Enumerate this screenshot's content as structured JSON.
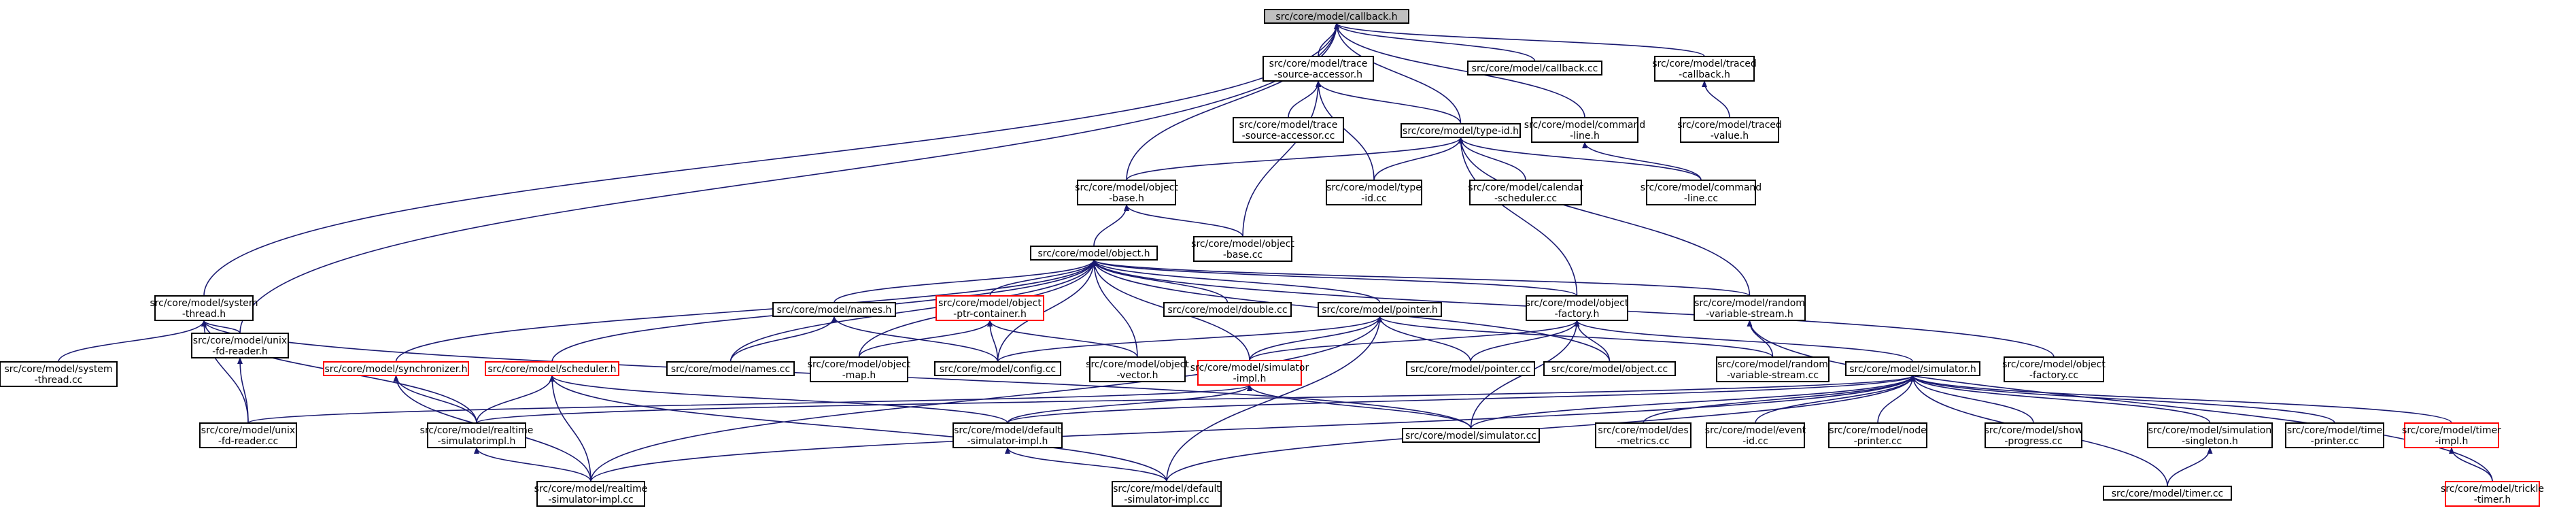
{
  "colors": {
    "edge": "#191970",
    "box_border": "#000000",
    "red_border": "#ff0000",
    "root_fill": "#bfbfbf",
    "fill": "#ffffff"
  },
  "nodes": [
    {
      "id": "callback_h",
      "lines": [
        "src/core/model/callback.h"
      ],
      "style": "root"
    },
    {
      "id": "system_thread_h",
      "lines": [
        "src/core/model/system",
        "-thread.h"
      ]
    },
    {
      "id": "unix_fd_reader_h",
      "lines": [
        "src/core/model/unix",
        "-fd-reader.h"
      ]
    },
    {
      "id": "object_base_h",
      "lines": [
        "src/core/model/object",
        "-base.h"
      ]
    },
    {
      "id": "trace_source_accessor_h",
      "lines": [
        "src/core/model/trace",
        "-source-accessor.h"
      ]
    },
    {
      "id": "type_id_h",
      "lines": [
        "src/core/model/type-id.h"
      ]
    },
    {
      "id": "callback_cc",
      "lines": [
        "src/core/model/callback.cc"
      ]
    },
    {
      "id": "command_line_h",
      "lines": [
        "src/core/model/command",
        "-line.h"
      ]
    },
    {
      "id": "traced_callback_h",
      "lines": [
        "src/core/model/traced",
        "-callback.h"
      ]
    },
    {
      "id": "random_variable_stream_h",
      "lines": [
        "src/core/model/random",
        "-variable-stream.h"
      ]
    },
    {
      "id": "trickle_timer_h",
      "lines": [
        "src/core/model/trickle",
        "-timer.h"
      ],
      "style": "red"
    },
    {
      "id": "system_thread_cc",
      "lines": [
        "src/core/model/system",
        "-thread.cc"
      ]
    },
    {
      "id": "unix_fd_reader_cc",
      "lines": [
        "src/core/model/unix",
        "-fd-reader.cc"
      ]
    },
    {
      "id": "realtime_simulator_impl_h",
      "lines": [
        "src/core/model/realtime",
        "-simulatorimpl.h"
      ]
    },
    {
      "id": "simulator_cc",
      "lines": [
        "src/core/model/simulator.cc"
      ]
    },
    {
      "id": "realtime_simulator_impl_cc",
      "lines": [
        "src/core/model/realtime",
        "-simulator-impl.cc"
      ]
    },
    {
      "id": "object_h",
      "lines": [
        "src/core/model/object.h"
      ]
    },
    {
      "id": "object_base_cc",
      "lines": [
        "src/core/model/object",
        "-base.cc"
      ]
    },
    {
      "id": "trace_source_accessor_cc",
      "lines": [
        "src/core/model/trace",
        "-source-accessor.cc"
      ]
    },
    {
      "id": "type_id_cc",
      "lines": [
        "src/core/model/type",
        "-id.cc"
      ]
    },
    {
      "id": "calendar_scheduler_cc",
      "lines": [
        "src/core/model/calendar",
        "-scheduler.cc"
      ]
    },
    {
      "id": "command_line_cc",
      "lines": [
        "src/core/model/command",
        "-line.cc"
      ]
    },
    {
      "id": "object_factory_h",
      "lines": [
        "src/core/model/object",
        "-factory.h"
      ]
    },
    {
      "id": "traced_value_h",
      "lines": [
        "src/core/model/traced",
        "-value.h"
      ]
    },
    {
      "id": "names_h",
      "lines": [
        "src/core/model/names.h"
      ]
    },
    {
      "id": "object_ptr_container_h",
      "lines": [
        "src/core/model/object",
        "-ptr-container.h"
      ],
      "style": "red"
    },
    {
      "id": "double_cc",
      "lines": [
        "src/core/model/double.cc"
      ]
    },
    {
      "id": "pointer_h",
      "lines": [
        "src/core/model/pointer.h"
      ]
    },
    {
      "id": "synchronizer_h",
      "lines": [
        "src/core/model/synchronizer.h"
      ],
      "style": "red"
    },
    {
      "id": "scheduler_h",
      "lines": [
        "src/core/model/scheduler.h"
      ],
      "style": "red"
    },
    {
      "id": "simulator_impl_h",
      "lines": [
        "src/core/model/simulator",
        "-impl.h"
      ],
      "style": "red"
    },
    {
      "id": "object_cc",
      "lines": [
        "src/core/model/object.cc"
      ]
    },
    {
      "id": "names_cc",
      "lines": [
        "src/core/model/names.cc"
      ]
    },
    {
      "id": "config_cc",
      "lines": [
        "src/core/model/config.cc"
      ]
    },
    {
      "id": "object_map_h",
      "lines": [
        "src/core/model/object",
        "-map.h"
      ]
    },
    {
      "id": "object_vector_h",
      "lines": [
        "src/core/model/object",
        "-vector.h"
      ]
    },
    {
      "id": "pointer_cc",
      "lines": [
        "src/core/model/pointer.cc"
      ]
    },
    {
      "id": "random_variable_stream_cc",
      "lines": [
        "src/core/model/random",
        "-variable-stream.cc"
      ]
    },
    {
      "id": "simulator_h",
      "lines": [
        "src/core/model/simulator.h"
      ]
    },
    {
      "id": "object_factory_cc",
      "lines": [
        "src/core/model/object",
        "-factory.cc"
      ]
    },
    {
      "id": "default_simulator_impl_h",
      "lines": [
        "src/core/model/default",
        "-simulator-impl.h"
      ]
    },
    {
      "id": "default_simulator_impl_cc",
      "lines": [
        "src/core/model/default",
        "-simulator-impl.cc"
      ]
    },
    {
      "id": "des_metrics_cc",
      "lines": [
        "src/core/model/des",
        "-metrics.cc"
      ]
    },
    {
      "id": "event_id_cc",
      "lines": [
        "src/core/model/event",
        "-id.cc"
      ]
    },
    {
      "id": "node_printer_cc",
      "lines": [
        "src/core/model/node",
        "-printer.cc"
      ]
    },
    {
      "id": "show_progress_cc",
      "lines": [
        "src/core/model/show",
        "-progress.cc"
      ]
    },
    {
      "id": "simulation_singleton_h",
      "lines": [
        "src/core/model/simulation",
        "-singleton.h"
      ]
    },
    {
      "id": "time_printer_cc",
      "lines": [
        "src/core/model/time",
        "-printer.cc"
      ]
    },
    {
      "id": "timer_impl_h",
      "lines": [
        "src/core/model/timer",
        "-impl.h"
      ],
      "style": "red"
    },
    {
      "id": "timer_cc",
      "lines": [
        "src/core/model/timer.cc"
      ]
    }
  ],
  "edges": [
    [
      "callback_h",
      "system_thread_h"
    ],
    [
      "callback_h",
      "unix_fd_reader_h"
    ],
    [
      "callback_h",
      "object_base_h"
    ],
    [
      "callback_h",
      "trace_source_accessor_h"
    ],
    [
      "callback_h",
      "type_id_h"
    ],
    [
      "callback_h",
      "callback_cc"
    ],
    [
      "callback_h",
      "command_line_h"
    ],
    [
      "callback_h",
      "traced_callback_h"
    ],
    [
      "system_thread_h",
      "system_thread_cc"
    ],
    [
      "system_thread_h",
      "unix_fd_reader_h"
    ],
    [
      "system_thread_h",
      "unix_fd_reader_cc"
    ],
    [
      "system_thread_h",
      "realtime_simulator_impl_h"
    ],
    [
      "system_thread_h",
      "simulator_cc"
    ],
    [
      "unix_fd_reader_h",
      "unix_fd_reader_cc"
    ],
    [
      "trace_source_accessor_h",
      "trace_source_accessor_cc"
    ],
    [
      "trace_source_accessor_h",
      "type_id_h"
    ],
    [
      "trace_source_accessor_h",
      "object_base_cc"
    ],
    [
      "trace_source_accessor_h",
      "type_id_cc"
    ],
    [
      "type_id_h",
      "object_base_h"
    ],
    [
      "type_id_h",
      "type_id_cc"
    ],
    [
      "type_id_h",
      "calendar_scheduler_cc"
    ],
    [
      "type_id_h",
      "command_line_cc"
    ],
    [
      "type_id_h",
      "object_factory_h"
    ],
    [
      "type_id_h",
      "random_variable_stream_h"
    ],
    [
      "command_line_h",
      "command_line_cc"
    ],
    [
      "traced_callback_h",
      "traced_value_h"
    ],
    [
      "object_base_h",
      "object_h"
    ],
    [
      "object_base_h",
      "object_base_cc"
    ],
    [
      "object_h",
      "names_h"
    ],
    [
      "object_h",
      "object_ptr_container_h"
    ],
    [
      "object_h",
      "double_cc"
    ],
    [
      "object_h",
      "pointer_h"
    ],
    [
      "object_h",
      "object_factory_h"
    ],
    [
      "object_h",
      "random_variable_stream_h"
    ],
    [
      "object_h",
      "synchronizer_h"
    ],
    [
      "object_h",
      "scheduler_h"
    ],
    [
      "object_h",
      "simulator_impl_h"
    ],
    [
      "object_h",
      "names_cc"
    ],
    [
      "object_h",
      "config_cc"
    ],
    [
      "object_h",
      "object_map_h"
    ],
    [
      "object_h",
      "object_vector_h"
    ],
    [
      "object_h",
      "object_cc"
    ],
    [
      "object_h",
      "object_factory_cc"
    ],
    [
      "names_h",
      "names_cc"
    ],
    [
      "names_h",
      "config_cc"
    ],
    [
      "object_ptr_container_h",
      "object_map_h"
    ],
    [
      "object_ptr_container_h",
      "object_vector_h"
    ],
    [
      "object_ptr_container_h",
      "config_cc"
    ],
    [
      "pointer_h",
      "config_cc"
    ],
    [
      "pointer_h",
      "pointer_cc"
    ],
    [
      "pointer_h",
      "simulator_impl_h"
    ],
    [
      "pointer_h",
      "random_variable_stream_cc"
    ],
    [
      "pointer_h",
      "default_simulator_impl_cc"
    ],
    [
      "pointer_h",
      "realtime_simulator_impl_cc"
    ],
    [
      "object_factory_h",
      "simulator_impl_h"
    ],
    [
      "object_factory_h",
      "pointer_cc"
    ],
    [
      "object_factory_h",
      "object_cc"
    ],
    [
      "object_factory_h",
      "simulator_h"
    ],
    [
      "object_factory_h",
      "simulator_cc"
    ],
    [
      "random_variable_stream_h",
      "random_variable_stream_cc"
    ],
    [
      "random_variable_stream_h",
      "trickle_timer_h"
    ],
    [
      "synchronizer_h",
      "realtime_simulator_impl_h"
    ],
    [
      "synchronizer_h",
      "realtime_simulator_impl_cc"
    ],
    [
      "scheduler_h",
      "realtime_simulator_impl_h"
    ],
    [
      "scheduler_h",
      "realtime_simulator_impl_cc"
    ],
    [
      "scheduler_h",
      "default_simulator_impl_h"
    ],
    [
      "scheduler_h",
      "default_simulator_impl_cc"
    ],
    [
      "simulator_impl_h",
      "default_simulator_impl_h"
    ],
    [
      "simulator_impl_h",
      "simulator_cc"
    ],
    [
      "simulator_impl_h",
      "unix_fd_reader_cc"
    ],
    [
      "simulator_h",
      "default_simulator_impl_h"
    ],
    [
      "simulator_h",
      "realtime_simulator_impl_h"
    ],
    [
      "simulator_h",
      "simulator_cc"
    ],
    [
      "simulator_h",
      "des_metrics_cc"
    ],
    [
      "simulator_h",
      "event_id_cc"
    ],
    [
      "simulator_h",
      "node_printer_cc"
    ],
    [
      "simulator_h",
      "show_progress_cc"
    ],
    [
      "simulator_h",
      "simulation_singleton_h"
    ],
    [
      "simulator_h",
      "time_printer_cc"
    ],
    [
      "simulator_h",
      "timer_impl_h"
    ],
    [
      "simulator_h",
      "timer_cc"
    ],
    [
      "simulator_h",
      "default_simulator_impl_cc"
    ],
    [
      "simulator_h",
      "realtime_simulator_impl_cc"
    ],
    [
      "default_simulator_impl_h",
      "default_simulator_impl_cc"
    ],
    [
      "realtime_simulator_impl_h",
      "realtime_simulator_impl_cc"
    ],
    [
      "simulation_singleton_h",
      "timer_cc"
    ],
    [
      "timer_impl_h",
      "trickle_timer_h"
    ]
  ]
}
